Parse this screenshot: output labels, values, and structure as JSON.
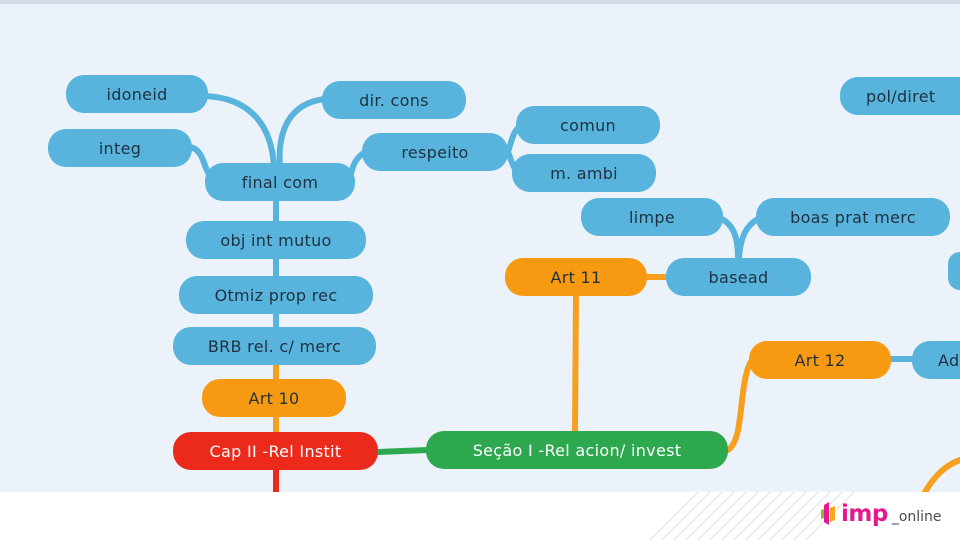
{
  "colors": {
    "canvas": "#ebf2f9",
    "topic_blue": "#58b4dc",
    "topic_orange": "#f79a12",
    "topic_green": "#2da84e",
    "topic_red": "#eb2a1c",
    "logo_magenta": "#e6198c"
  },
  "mindmap": {
    "root": "Cap II -Rel Instit",
    "nodes": {
      "idoneid": "idoneid",
      "dir_cons": "dir. cons",
      "integ": "integ",
      "respeito": "respeito",
      "comun": "comun",
      "m_ambi": "m. ambi",
      "final_com": "final com",
      "obj_int_mutuo": "obj int mutuo",
      "otmiz_prop_rec": "Otmiz prop rec",
      "brb_rel_merc": "BRB rel. c/ merc",
      "art_10": "Art 10",
      "cap_ii": "Cap II -Rel Instit",
      "secao_i": "Seção I -Rel acion/ invest",
      "art_11": "Art 11",
      "basead": "basead",
      "limpe": "limpe",
      "boas_prat_merc": "boas prat merc",
      "art_12": "Art 12",
      "adm_partial": "Adm",
      "pol_diret_partial": "pol/diret"
    }
  },
  "footer": {
    "logo_main": "imp",
    "logo_sub": "_online",
    "logo_icon": "imp-logo-mark"
  }
}
